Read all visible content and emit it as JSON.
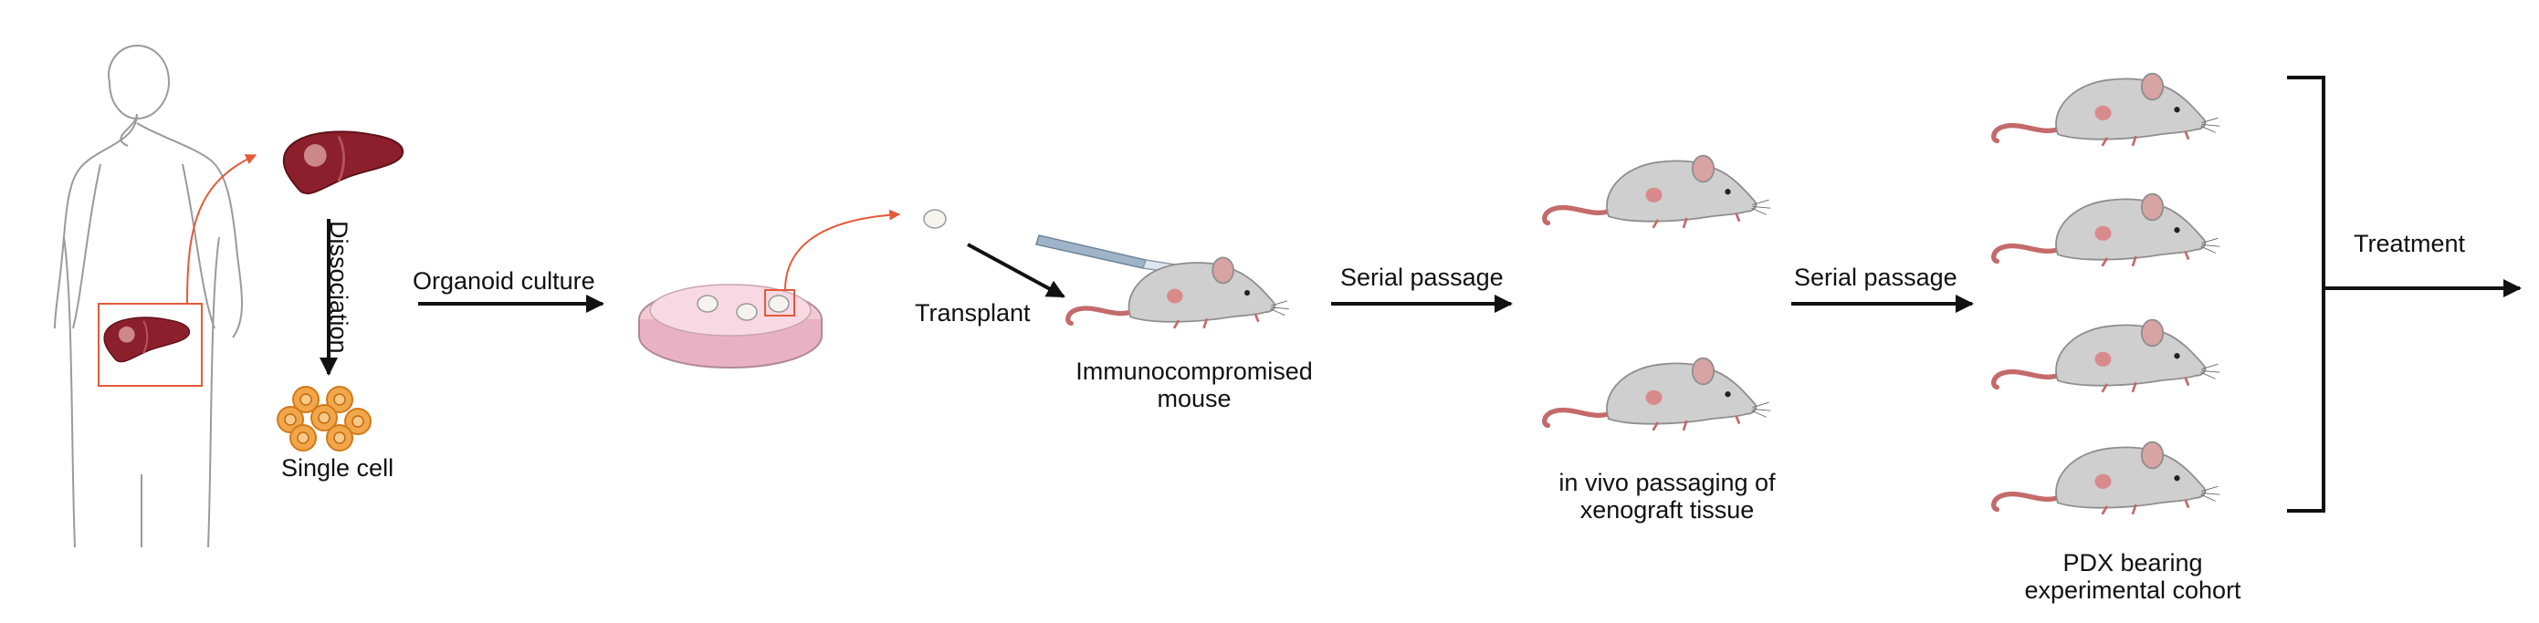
{
  "labels": {
    "dissociation": "Dissociation",
    "single_cell": "Single cell",
    "organoid_culture": "Organoid culture",
    "transplant": "Transplant",
    "immunocompromised_line1": "Immunocompromised",
    "immunocompromised_line2": "mouse",
    "serial_passage_1": "Serial passage",
    "in_vivo_line1": "in vivo passaging of",
    "in_vivo_line2": "xenograft tissue",
    "serial_passage_2": "Serial passage",
    "pdx_line1": "PDX bearing",
    "pdx_line2": "experimental cohort",
    "treatment": "Treatment"
  },
  "colors": {
    "liver": "#8b1f2b",
    "tumor": "#d79a9a",
    "highlight_box": "#e35a3a",
    "organoid_dish": "#f4c9d6",
    "mouse_body": "#c8c8c8",
    "mouse_tail": "#c46a6a",
    "arrow": "#111111"
  },
  "icons": [
    "human-silhouette-icon",
    "liver-icon",
    "cells-icon",
    "petri-dish-icon",
    "organoid-icon",
    "scalpel-icon",
    "mouse-icon"
  ]
}
